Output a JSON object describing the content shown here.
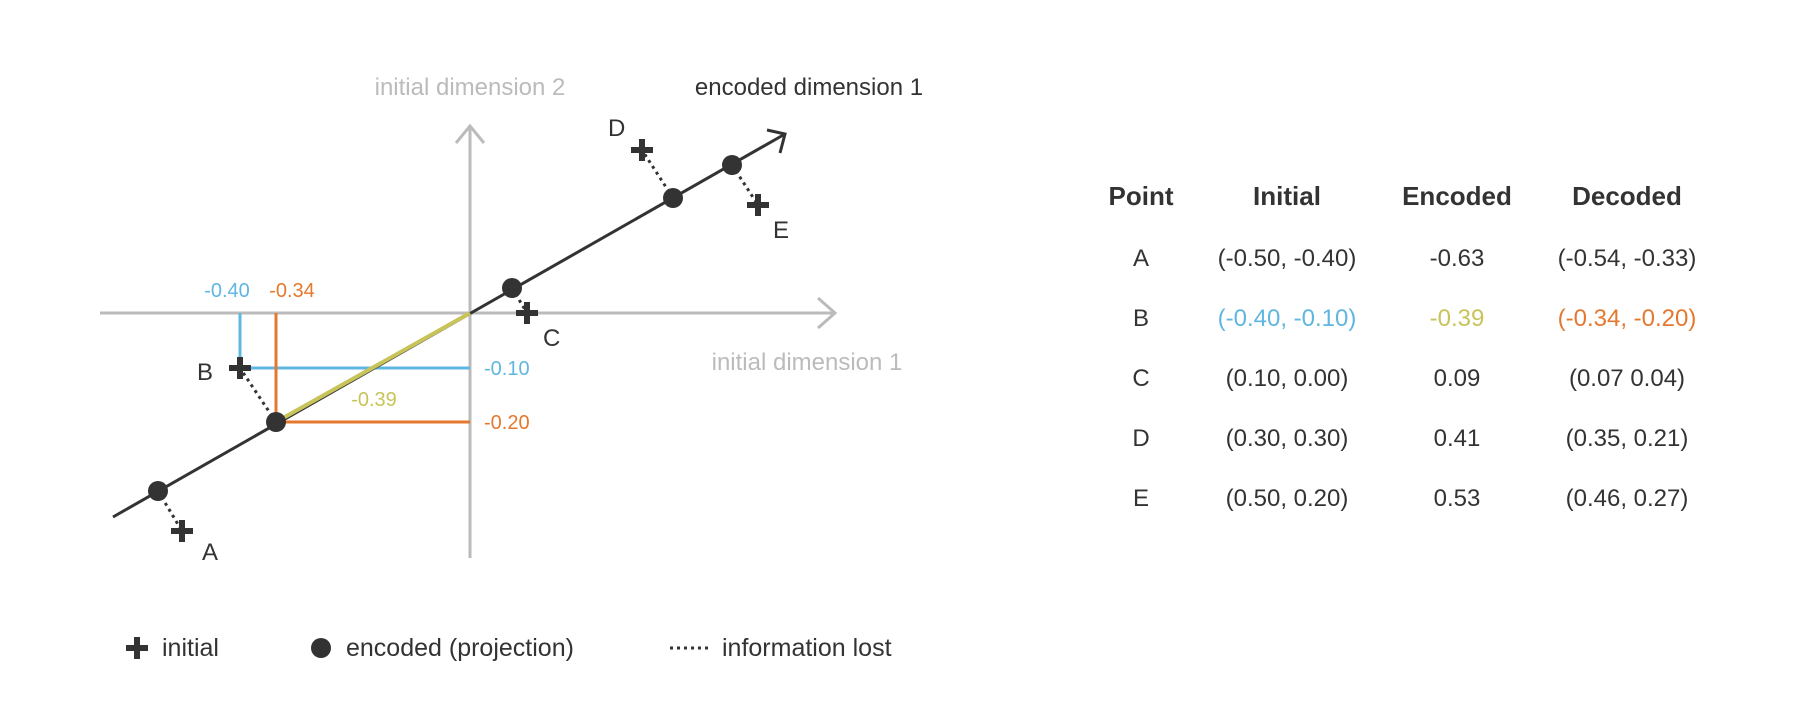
{
  "colors": {
    "axis": "#bbbbbb",
    "dark": "#333333",
    "blue": "#5fb6e0",
    "orange": "#e5782f",
    "yellow": "#c8c45a"
  },
  "diagram": {
    "initial_dim1_label": "initial dimension 1",
    "initial_dim2_label": "initial dimension 2",
    "encoded_dim1_label": "encoded dimension 1",
    "tick_labels": {
      "x_initial_b": "-0.40",
      "x_decoded_b": "-0.34",
      "y_initial_b": "-0.10",
      "y_decoded_b": "-0.20",
      "encoded_b": "-0.39"
    }
  },
  "table": {
    "headers": [
      "Point",
      "Initial",
      "Encoded",
      "Decoded"
    ],
    "rows": [
      {
        "point": "A",
        "initial": "(-0.50, -0.40)",
        "encoded": "-0.63",
        "decoded": "(-0.54, -0.33)"
      },
      {
        "point": "B",
        "initial": "(-0.40, -0.10)",
        "encoded": "-0.39",
        "decoded": "(-0.34, -0.20)"
      },
      {
        "point": "C",
        "initial": "(0.10, 0.00)",
        "encoded": "0.09",
        "decoded": "(0.07 0.04)"
      },
      {
        "point": "D",
        "initial": "(0.30, 0.30)",
        "encoded": "0.41",
        "decoded": "(0.35, 0.21)"
      },
      {
        "point": "E",
        "initial": "(0.50, 0.20)",
        "encoded": "0.53",
        "decoded": "(0.46, 0.27)"
      }
    ]
  },
  "legend": {
    "initial": "initial",
    "encoded": "encoded (projection)",
    "lost": "information lost"
  },
  "icons": [
    "plus-icon",
    "dot-icon",
    "dotted-line-icon"
  ]
}
